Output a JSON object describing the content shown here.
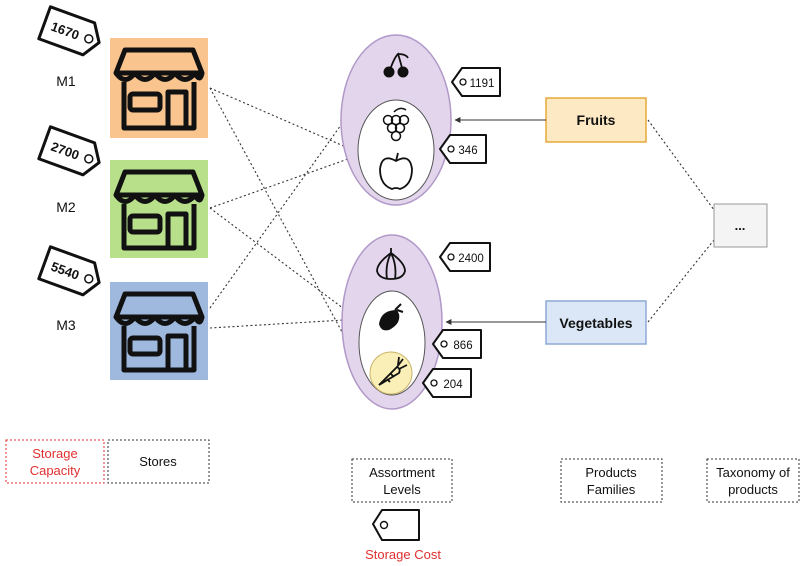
{
  "stores": [
    {
      "label": "M1",
      "capacity": "1670",
      "color": "#f9c48e"
    },
    {
      "label": "M2",
      "capacity": "2700",
      "color": "#b8e08a"
    },
    {
      "label": "M3",
      "capacity": "5540",
      "color": "#9fb8de"
    }
  ],
  "assortments": [
    {
      "id": "cherry",
      "icon": "cherry-icon",
      "cost": "1191"
    },
    {
      "id": "grapes",
      "icon": "grapes-icon",
      "cost": "346"
    },
    {
      "id": "garlic",
      "icon": "garlic-icon",
      "cost": "2400"
    },
    {
      "id": "eggplant",
      "icon": "eggplant-icon",
      "cost": "866"
    },
    {
      "id": "carrot",
      "icon": "carrot-icon",
      "cost": "204"
    }
  ],
  "families": {
    "fruits": "Fruits",
    "vegetables": "Vegetables",
    "taxonomy_root": "..."
  },
  "legend": {
    "storage_capacity": [
      "Storage",
      "Capacity"
    ],
    "stores": "Stores",
    "assortment_levels": [
      "Assortment",
      "Levels"
    ],
    "products_families": [
      "Products",
      "Families"
    ],
    "taxonomy": [
      "Taxonomy of",
      "products"
    ],
    "storage_cost": "Storage Cost"
  },
  "colors": {
    "fruits_fill": "#fde9c4",
    "fruits_stroke": "#e6a73a",
    "vegetables_fill": "#dbe7f7",
    "vegetables_stroke": "#8ea9d6",
    "ellipse_fill": "#e3d6ec",
    "ellipse_stroke": "#b198c8",
    "carrot_fill": "#fbefb8",
    "legend_red": "#e03030"
  }
}
